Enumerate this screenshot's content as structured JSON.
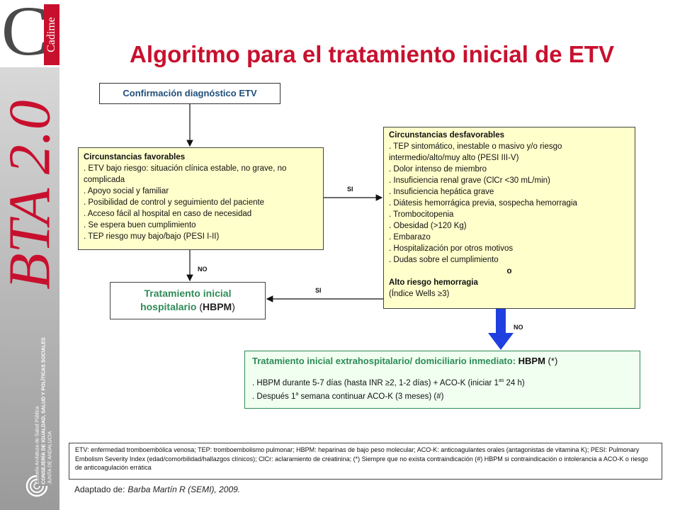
{
  "sidebar": {
    "logo_letter": "C",
    "logo_brand": "Cadime",
    "bta_text": "BTA 2.0",
    "org_line1": "Escuela Andaluza de Salud Pública",
    "org_line2": "CONSEJERÍA DE IGUALDAD, SALUD Y POLÍTICAS SOCIALES",
    "org_prefix": "JUNTA DE ANDALUCIA"
  },
  "title": "Algoritmo para el tratamiento inicial de ETV",
  "boxes": {
    "confirm": "Confirmación diagnóstico ETV",
    "favorable": {
      "heading": "Circunstancias  favorables",
      "items": [
        ". ETV bajo riesgo: situación clínica estable, no grave, no complicada",
        ". Apoyo social y familiar",
        ". Posibilidad de control y seguimiento del paciente",
        ". Acceso fácil al hospital en caso de necesidad",
        ". Se espera buen cumplimiento",
        ". TEP riesgo muy bajo/bajo (PESI I-II)"
      ]
    },
    "unfavorable": {
      "heading": "Circunstancias  desfavorables",
      "items": [
        ". TEP sintomático, inestable o masivo y/o riesgo intermedio/alto/muy alto (PESI III-V)",
        ". Dolor intenso de miembro",
        ". Insuficiencia renal grave (ClCr <30 mL/min)",
        ". Insuficiencia hepática grave",
        ". Diátesis hemorrágica previa, sospecha hemorragia",
        ". Trombocitopenia",
        ". Obesidad (>120 Kg)",
        ". Embarazo",
        ". Hospitalización por otros motivos",
        ". Dudas sobre el cumplimiento"
      ],
      "or": "o",
      "bleed_heading": "Alto riesgo hemorragia",
      "bleed_detail": "(Índice Wells ≥3)"
    },
    "hospital": {
      "line1": "Tratamiento inicial",
      "line2_green": "hospitalario",
      "line2_open": " (",
      "line2_bold": "HBPM",
      "line2_close": ")"
    },
    "extra": {
      "heading": "Tratamiento inicial extrahospitalario/ domiciliario inmediato: ",
      "heading_bold": "HBPM",
      "heading_tail": " (*)",
      "item1_a": ". HBPM durante 5-7 días (hasta INR ≥2, 1-2 días) + ACO-K (iniciar 1",
      "item1_sup": "as",
      "item1_b": " 24 h)",
      "item2_a": ". Después 1",
      "item2_sup": "a",
      "item2_b": " semana continuar ACO-K (3 meses) (#)"
    },
    "footnote": "ETV: enfermedad tromboembólica venosa; TEP: tromboembolismo pulmonar; HBPM: heparinas de bajo peso molecular; ACO-K: anticoagulantes orales (antagonistas de vitamina K); PESI: Pulmonary Embolism Severity Index (edad/comorbilidad/hallazgos clínicos); ClCr: aclaramiento de creatinina; (*) Siempre que no exista contraindicación (#) HBPM si contraindicación o intolerancia a ACO-K o riesgo de anticoagulación errática"
  },
  "labels": {
    "si_top": "SI",
    "no_left": "NO",
    "si_bottom": "SI",
    "no_right": "NO"
  },
  "source": {
    "prefix": "Adaptado de:",
    "ref": "Barba Martín R (SEMI), 2009."
  },
  "colors": {
    "title_red": "#c8102e",
    "blue_arrow": "#1f3fe0",
    "green": "#2e8b57",
    "yellow_box": "#ffffcc"
  }
}
